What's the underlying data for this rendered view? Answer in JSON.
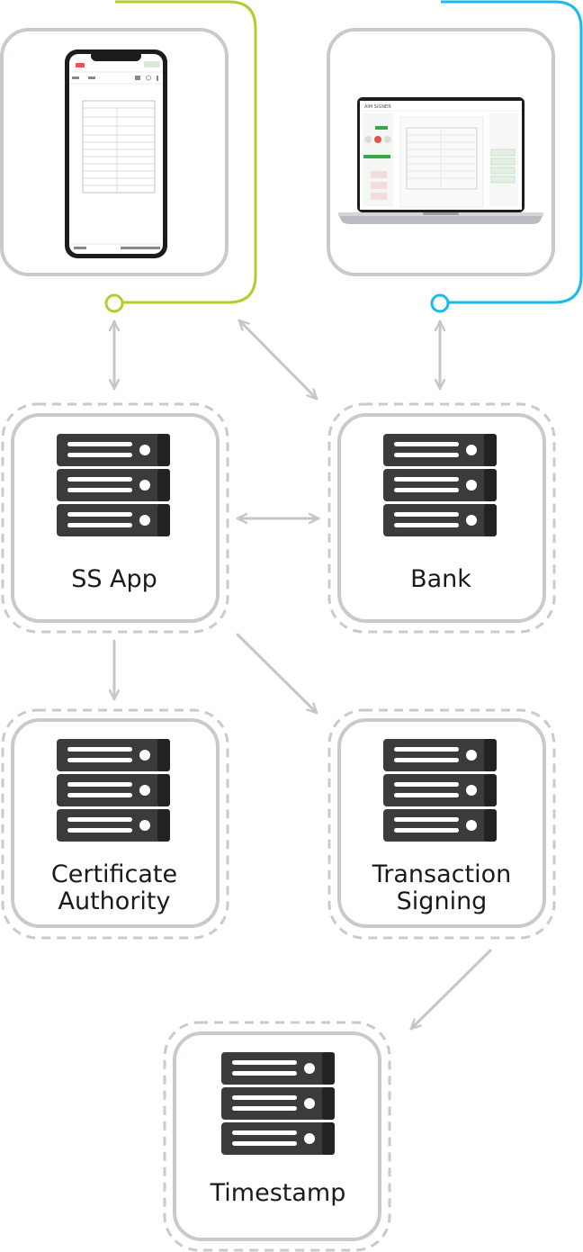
{
  "nodes": {
    "ss_app": {
      "label": "SS App"
    },
    "bank": {
      "label": "Bank"
    },
    "ca": {
      "label_line1": "Certificate",
      "label_line2": "Authority"
    },
    "tx": {
      "label_line1": "Transaction",
      "label_line2": "Signing"
    },
    "ts": {
      "label": "Timestamp"
    }
  },
  "laptop_screen": {
    "brand": "AIM SIGNER"
  },
  "colors": {
    "green_connector": "#b5cc2e",
    "blue_connector": "#1ab9ef",
    "box_border": "#c8cbc8",
    "arrow": "#c6c6c6",
    "server": "#3b3b3b",
    "accent_green": "#3aa64c"
  },
  "icons": [
    "phone-device-icon",
    "laptop-device-icon",
    "server-icon"
  ]
}
